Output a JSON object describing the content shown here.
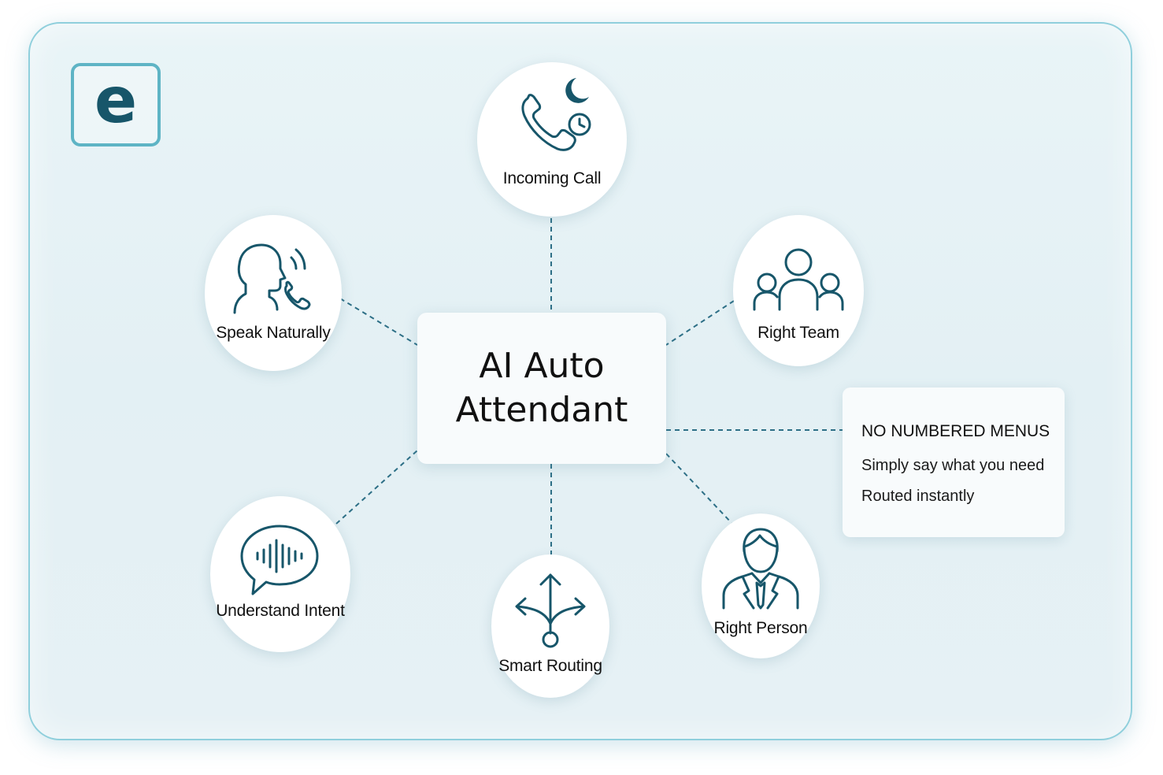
{
  "logo": {
    "letter": "e"
  },
  "hub": {
    "line1": "AI Auto",
    "line2": "Attendant"
  },
  "nodes": {
    "incoming_call": {
      "label": "Incoming Call",
      "icon": "phone-moon-clock-icon"
    },
    "speak_naturally": {
      "label": "Speak Naturally",
      "icon": "speaking-head-icon"
    },
    "right_team": {
      "label": "Right Team",
      "icon": "team-icon"
    },
    "understand_intent": {
      "label": "Understand Intent",
      "icon": "speech-waveform-icon"
    },
    "smart_routing": {
      "label": "Smart Routing",
      "icon": "routing-arrows-icon"
    },
    "right_person": {
      "label": "Right Person",
      "icon": "person-tie-icon"
    }
  },
  "info": {
    "title": "NO NUMBERED MENUS",
    "line1": "Simply say what you need",
    "line2": "Routed instantly"
  },
  "colors": {
    "accent": "#17566a",
    "logo_border": "#5eb4c5",
    "card_border": "#8fcfdc",
    "connector": "#2d6f86"
  }
}
